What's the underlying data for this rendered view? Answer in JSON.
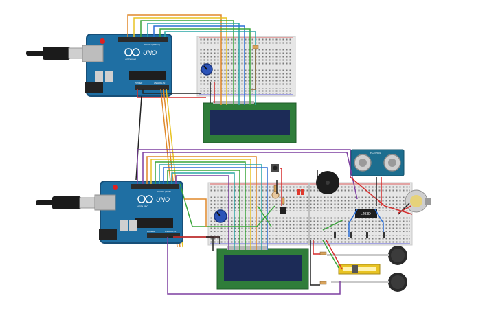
{
  "arduino_top": {
    "logo": "UNO",
    "brand": "ARDUINO",
    "header_digital": "DIGITAL (PWM~)",
    "header_power": "POWER",
    "header_analog": "ANALOG IN"
  },
  "arduino_bottom": {
    "logo": "UNO",
    "brand": "ARDUINO",
    "header_digital": "DIGITAL (PWM~)",
    "header_power": "POWER",
    "header_analog": "ANALOG IN"
  },
  "motor_driver": {
    "label": "L293D"
  },
  "ultrasonic": {
    "label": "HC-SR04"
  },
  "colors": {
    "arduino": "#1f6fa3",
    "arduino_dark": "#174f78",
    "lcd_frame": "#2f7d3a",
    "lcd_screen": "#1c2b57",
    "breadboard": "#e6e6e6",
    "wire_red": "#d62d2d",
    "wire_black": "#222222",
    "wire_orange": "#e0892a",
    "wire_yellow": "#e8c323",
    "wire_green": "#3aa63a",
    "wire_blue": "#2b6fd6",
    "wire_purple": "#7d3fa0",
    "wire_teal": "#2aa5a5",
    "wire_brown": "#8a5a2b"
  }
}
